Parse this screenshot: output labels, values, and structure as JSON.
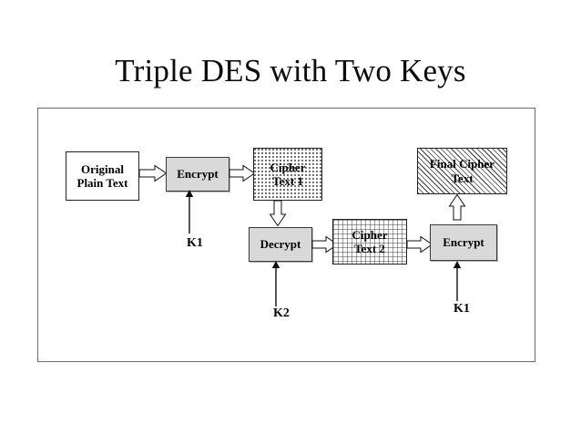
{
  "slide": {
    "title": "Triple DES with Two Keys"
  },
  "diagram": {
    "type": "flow-diagram",
    "boxes": [
      {
        "id": "original-plain-text",
        "label_line1": "Original",
        "label_line2": "Plain Text",
        "fill": "white",
        "role": "data"
      },
      {
        "id": "encrypt-1",
        "label_line1": "Encrypt",
        "label_line2": "",
        "fill": "gray",
        "role": "process"
      },
      {
        "id": "cipher-text-1",
        "label_line1": "Cipher",
        "label_line2": "Text 1",
        "fill": "dotted",
        "role": "data"
      },
      {
        "id": "decrypt",
        "label_line1": "Decrypt",
        "label_line2": "",
        "fill": "gray",
        "role": "process"
      },
      {
        "id": "cipher-text-2",
        "label_line1": "Cipher",
        "label_line2": "Text 2",
        "fill": "grid",
        "role": "data"
      },
      {
        "id": "encrypt-2",
        "label_line1": "Encrypt",
        "label_line2": "",
        "fill": "gray",
        "role": "process"
      },
      {
        "id": "final-cipher-text",
        "label_line1": "Final Cipher",
        "label_line2": "Text",
        "fill": "diagonal-hatch",
        "role": "data"
      }
    ],
    "keys": [
      {
        "id": "key-1",
        "label": "K1",
        "target": "encrypt-1"
      },
      {
        "id": "key-2",
        "label": "K2",
        "target": "decrypt"
      },
      {
        "id": "key-3",
        "label": "K1",
        "target": "encrypt-2"
      }
    ],
    "colors": {
      "process_fill": "#d9d9d9",
      "box_border": "#222222",
      "frame_border": "#6b6b6b",
      "text": "#000000",
      "background": "#ffffff"
    }
  }
}
